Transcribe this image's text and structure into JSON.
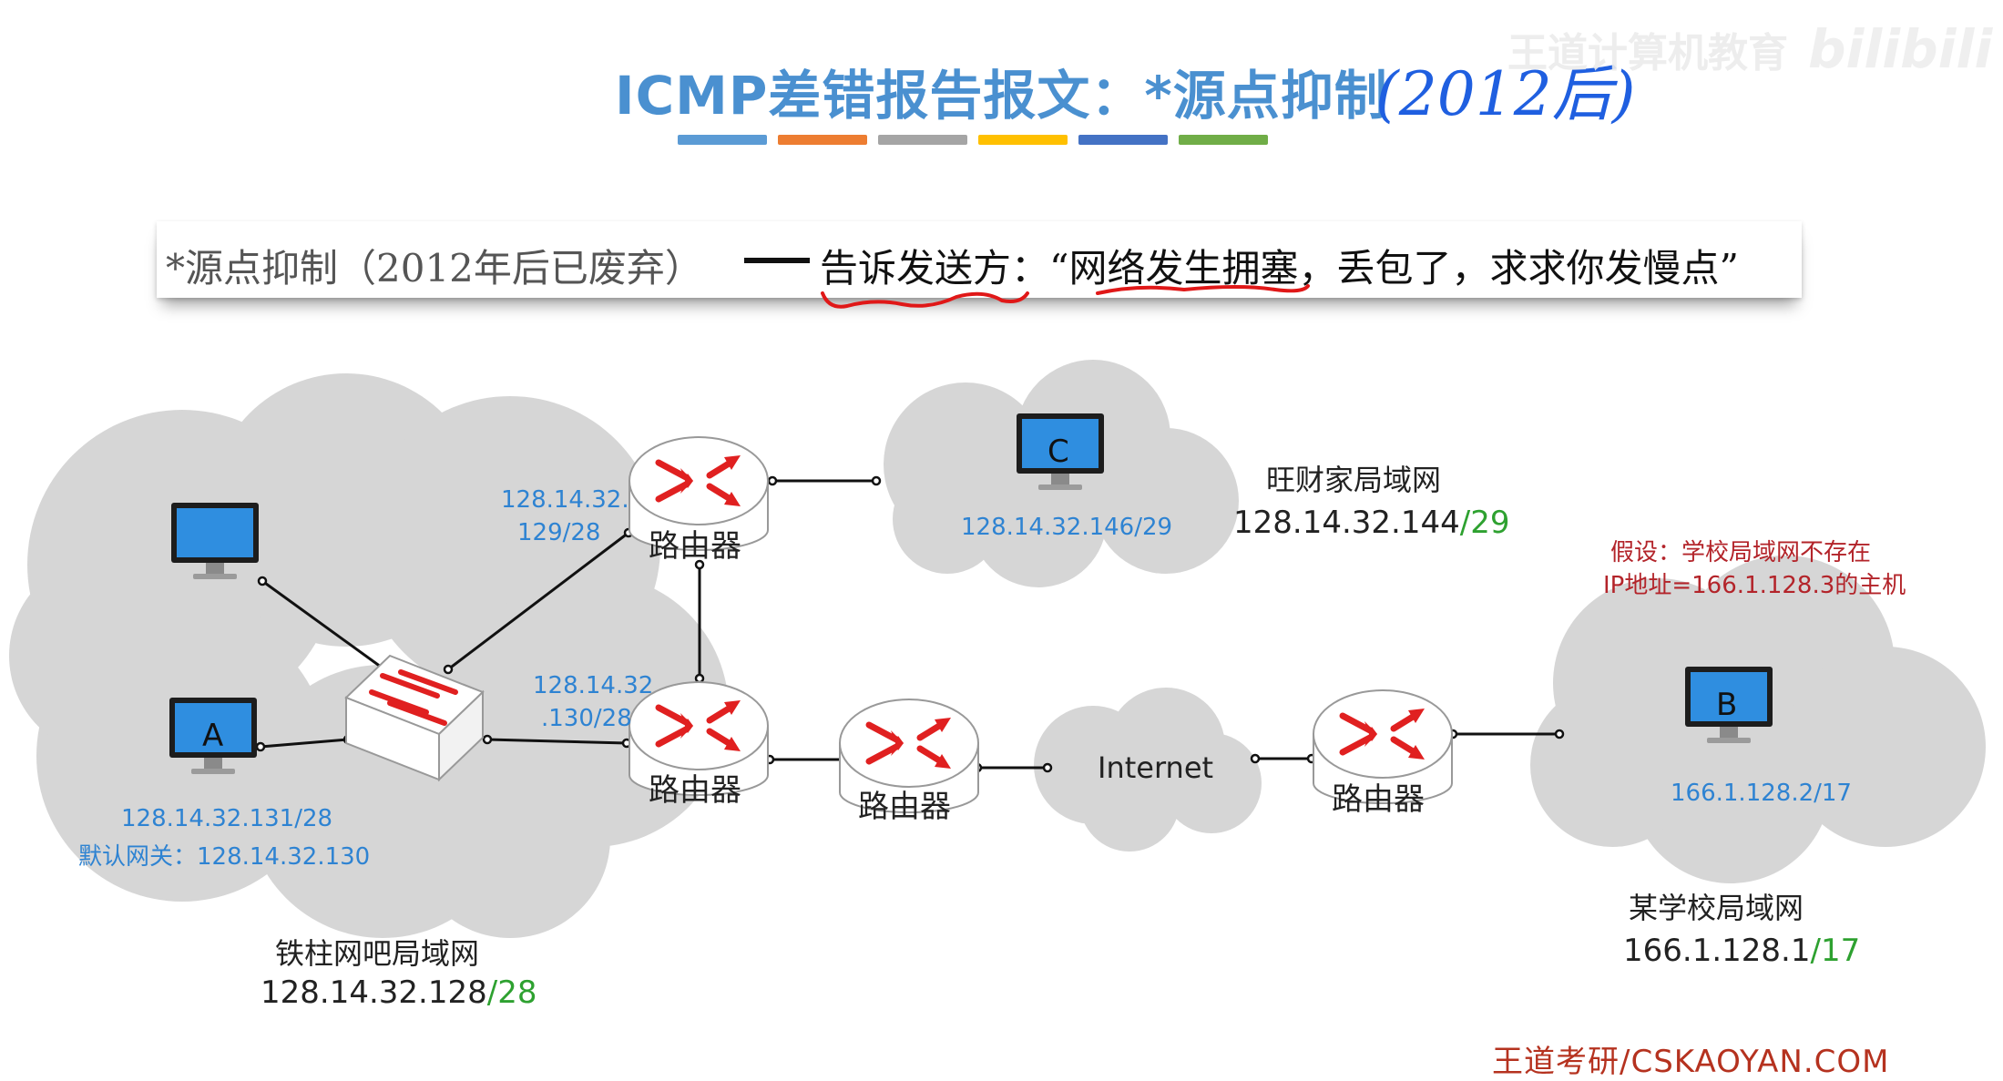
{
  "header": {
    "title": "ICMP差错报告报文：*源点抑制",
    "handwritten_note": "(2012后)",
    "color_bars": [
      "#5b9bd5",
      "#ed7d31",
      "#a5a5a5",
      "#ffc000",
      "#4472c4",
      "#70ad47"
    ],
    "watermark": "王道计算机教育",
    "watermark_logo": "bilibili"
  },
  "banner": {
    "left_text": "*源点抑制（2012年后已废弃）",
    "right_text": "告诉发送方：“网络发生拥塞，丢包了，求求你发慢点”"
  },
  "diagram": {
    "router_label": "路由器",
    "host_a": {
      "label": "A",
      "ip": "128.14.32.131/28",
      "gateway": "默认网关：128.14.32.130"
    },
    "host_b": {
      "label": "B",
      "ip": "166.1.128.2/17"
    },
    "host_c": {
      "label": "C",
      "ip": "128.14.32.146/29"
    },
    "router1_ip": {
      "line1": "128.14.32.",
      "line2": "129/28"
    },
    "router2_ip": {
      "line1": "128.14.32",
      "line2": ".130/28"
    },
    "internet_label": "Internet",
    "lan_tiezhu": {
      "name": "铁柱网吧局域网",
      "prefix": "128.14.32.128",
      "mask": "/28"
    },
    "lan_wangcai": {
      "name": "旺财家局域网",
      "prefix": "128.14.32.144",
      "mask": "/29"
    },
    "lan_school": {
      "name": "某学校局域网",
      "prefix": "166.1.128.1",
      "mask": "/17"
    },
    "assumption": {
      "line1": "假设：学校局域网不存在",
      "line2": "IP地址=166.1.128.3的主机"
    }
  },
  "footer": {
    "text": "王道考研/CSKAOYAN.COM"
  },
  "colors": {
    "title": "#4a90d0",
    "ip_blue": "#2e83d2",
    "mask_green": "#2ea130",
    "router_arrow": "#e02020",
    "cloud": "#d6d6d6"
  }
}
